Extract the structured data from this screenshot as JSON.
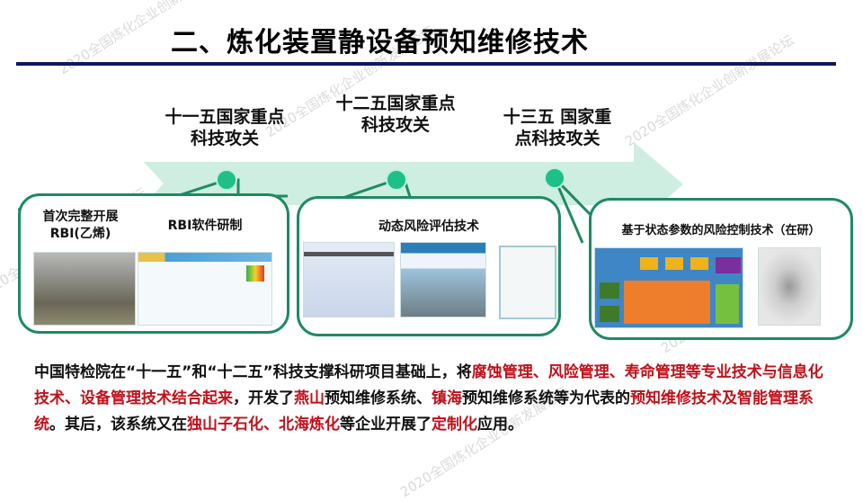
{
  "slide": {
    "title": "二、炼化装置静设备预知维修技术",
    "watermark": "2020全国炼化企业创新发展论坛"
  },
  "timeline": {
    "eras": [
      {
        "line1": "十一五国家重点",
        "line2": "科技攻关"
      },
      {
        "line1": "十二五国家重点",
        "line2": "科技攻关"
      },
      {
        "line1": "十三五 国家重",
        "line2": "点科技攻关"
      }
    ],
    "colors": {
      "arrow": "#cdeee0",
      "node": "#1fbf8a",
      "border": "#1e8a62"
    }
  },
  "boxes": [
    {
      "labels": [
        "首次完整开展\nRBI(乙烯)",
        "RBI软件研制"
      ],
      "images": [
        "plant-photo",
        "rbi-software-screenshot"
      ]
    },
    {
      "labels": [
        "动态风险评估技术"
      ],
      "images": [
        "process-flow-screenshot",
        "refinery-system-screenshot",
        "software-certificate"
      ]
    },
    {
      "labels": [
        "基于状态参数的风险控制技术（在研）"
      ],
      "images": [
        "risk-control-flowchart",
        "equipment-3d-model"
      ]
    }
  ],
  "paragraph": {
    "segments": [
      {
        "text": "中国特检院在“十一五”和“十二五”科技支撑科研项目基础上，将",
        "hl": false
      },
      {
        "text": "腐蚀管理、风险管理、寿命管理等专业技术与信息化技术、设备管理技术结合起来",
        "hl": true
      },
      {
        "text": "，开发了",
        "hl": false
      },
      {
        "text": "燕山",
        "hl": true
      },
      {
        "text": "预知维修系统、",
        "hl": false
      },
      {
        "text": "镇海",
        "hl": true
      },
      {
        "text": "预知维修系统等为代表的",
        "hl": false
      },
      {
        "text": "预知维修技术及智能管理系统",
        "hl": true
      },
      {
        "text": "。其后，该系统又在",
        "hl": false
      },
      {
        "text": "独山子石化、北海炼化",
        "hl": true
      },
      {
        "text": "等企业开展了",
        "hl": false
      },
      {
        "text": "定制化",
        "hl": true
      },
      {
        "text": "应用。",
        "hl": false
      }
    ]
  }
}
